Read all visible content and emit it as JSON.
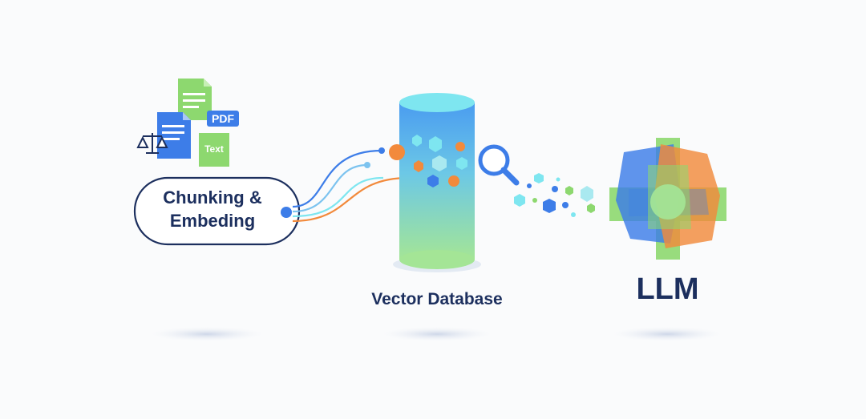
{
  "diagram": {
    "source": {
      "pdf_badge": "PDF",
      "text_badge": "Text",
      "label_line1": "Chunking &",
      "label_line2": "Embeding"
    },
    "vector_db": {
      "label": "Vector Database"
    },
    "llm": {
      "label": "LLM"
    }
  },
  "colors": {
    "navy": "#1c2f5e",
    "blue": "#3d7de8",
    "orange": "#f28a3c",
    "green": "#7fd36a",
    "cyan": "#7ee6f0"
  }
}
